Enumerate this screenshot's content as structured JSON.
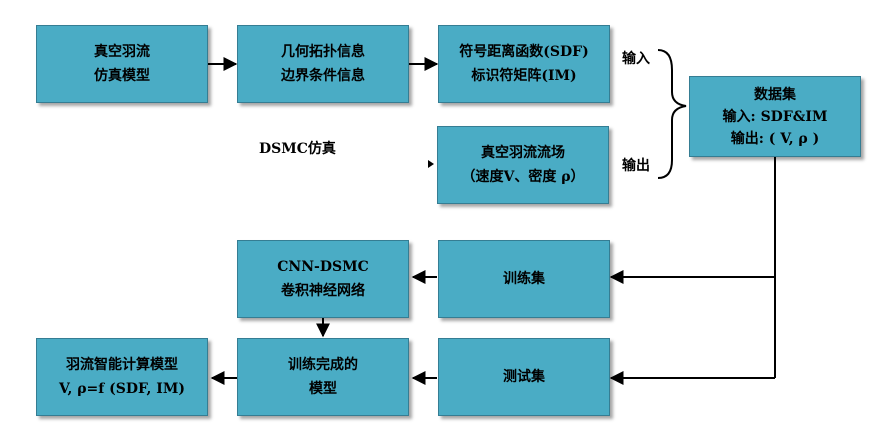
{
  "boxes": {
    "vacuum_plume_sim_model": [
      "真空羽流",
      "仿真模型"
    ],
    "geometry_topology": [
      "几何拓扑信息",
      "边界条件信息"
    ],
    "sdf_im": [
      "符号距离函数(SDF)",
      "标识符矩阵(IM)"
    ],
    "dataset": [
      "数据集",
      "输入: SDF&IM",
      "输出: ( V, ρ )"
    ],
    "plume_flowfield": [
      "真空羽流流场",
      "（速度V、密度 ρ）"
    ],
    "cnn_dsmc": [
      "CNN-DSMC",
      "卷积神经网络"
    ],
    "training_set": [
      "训练集"
    ],
    "trained_model": [
      "训练完成的",
      "模型"
    ],
    "test_set": [
      "测试集"
    ],
    "intelligent_model": [
      "羽流智能计算模型",
      "V, ρ=f (SDF, IM)"
    ]
  },
  "labels": {
    "dsmc_sim": "DSMC仿真",
    "input": "输入",
    "output": "输出"
  }
}
